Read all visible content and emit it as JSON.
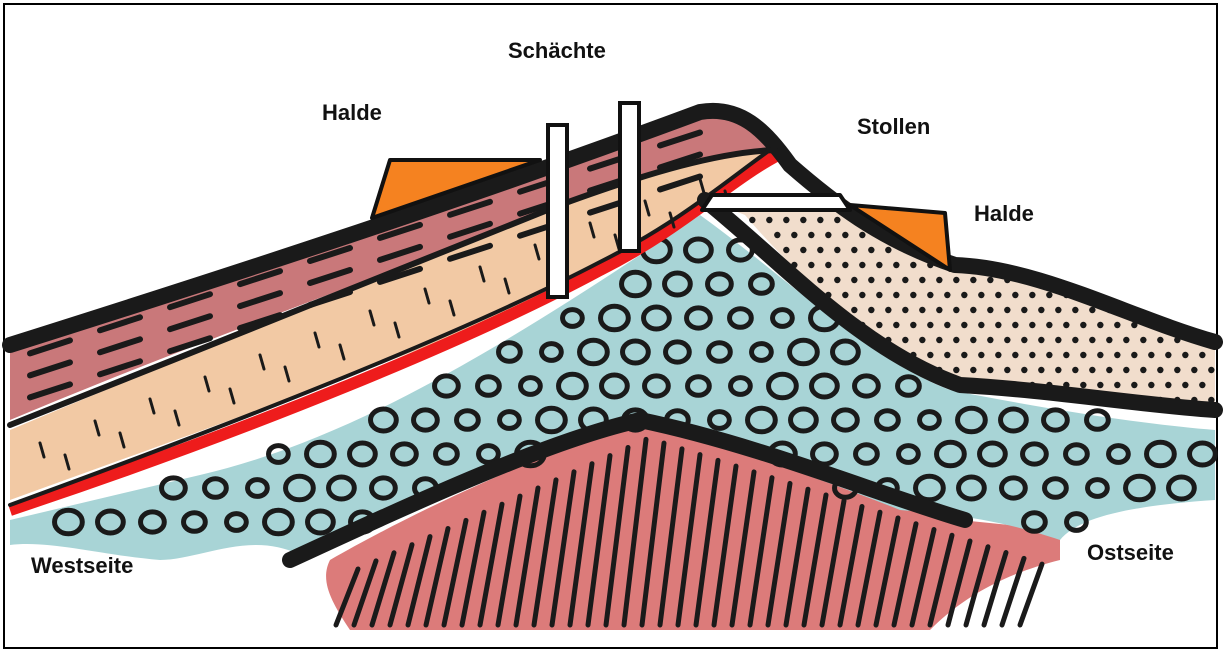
{
  "labels": {
    "schaechte": "Schächte",
    "halde_left": "Halde",
    "stollen": "Stollen",
    "halde_right": "Halde",
    "westseite": "Westseite",
    "ostseite": "Ostseite"
  },
  "colors": {
    "background": "#ffffff",
    "outline": "#1a1a1a",
    "brown_layer": "#c9787a",
    "sand_layer": "#f2c9a4",
    "red_seam": "#ee1c1c",
    "teal_layer": "#a8d4d6",
    "deep_red_layer": "#dc7b7a",
    "dotted_layer": "#f1ddcc",
    "halde": "#f58220",
    "shaft": "#ffffff"
  }
}
